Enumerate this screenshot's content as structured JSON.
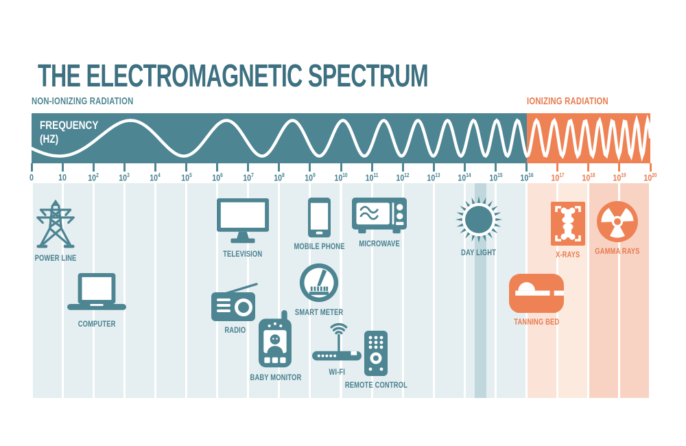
{
  "title": "THE ELECTROMAGNETIC SPECTRUM",
  "colors": {
    "teal": "#4d8593",
    "teal_dark": "#3d7080",
    "teal_text": "#47808f",
    "orange": "#ef8254",
    "orange_text": "#e87a4d",
    "column_blue": "#e5eef0",
    "column_pink_light": "#fbe3d8",
    "column_pink_lighter": "#fceade",
    "column_pink_dark": "#f8d3c4",
    "visible_light_stripe": "#c0d8dd",
    "wave": "#ffffff"
  },
  "spectrum": {
    "non_ionizing_label": "NON-IONIZING RADIATION",
    "ionizing_label": "IONIZING RADIATION",
    "band_label_line1": "FREQUENCY",
    "band_label_line2": "(HZ)",
    "ionizing_start_tick": "10^16",
    "columns": [
      "blue",
      "blue",
      "blue",
      "blue",
      "blue",
      "blue",
      "blue",
      "blue",
      "blue",
      "blue",
      "blue",
      "blue",
      "blue",
      "blue",
      "blue",
      "blue",
      "pink_light",
      "pink_lighter",
      "pink_dark",
      "pink_dark"
    ]
  },
  "axis": {
    "unit": "Hz",
    "ticks": [
      {
        "t": "0"
      },
      {
        "t": "10"
      },
      {
        "t": "10",
        "e": "2"
      },
      {
        "t": "10",
        "e": "3"
      },
      {
        "t": "10",
        "e": "4"
      },
      {
        "t": "10",
        "e": "5"
      },
      {
        "t": "10",
        "e": "6"
      },
      {
        "t": "10",
        "e": "7"
      },
      {
        "t": "10",
        "e": "8"
      },
      {
        "t": "10",
        "e": "9"
      },
      {
        "t": "10",
        "e": "10"
      },
      {
        "t": "10",
        "e": "11"
      },
      {
        "t": "10",
        "e": "12"
      },
      {
        "t": "10",
        "e": "13"
      },
      {
        "t": "10",
        "e": "14"
      },
      {
        "t": "10",
        "e": "15"
      },
      {
        "t": "10",
        "e": "16"
      },
      {
        "t": "10",
        "e": "17",
        "ion": true
      },
      {
        "t": "10",
        "e": "18",
        "ion": true
      },
      {
        "t": "10",
        "e": "19",
        "ion": true
      },
      {
        "t": "10",
        "e": "20",
        "ion": true
      }
    ]
  },
  "devices": [
    {
      "id": "power-line",
      "label": "POWER LINE"
    },
    {
      "id": "computer",
      "label": "COMPUTER"
    },
    {
      "id": "television",
      "label": "TELEVISION"
    },
    {
      "id": "radio",
      "label": "RADIO"
    },
    {
      "id": "baby-monitor",
      "label": "BABY MONITOR"
    },
    {
      "id": "mobile-phone",
      "label": "MOBILE PHONE"
    },
    {
      "id": "smart-meter",
      "label": "SMART METER"
    },
    {
      "id": "wifi",
      "label": "WI-FI"
    },
    {
      "id": "remote-control",
      "label": "REMOTE CONTROL"
    },
    {
      "id": "microwave",
      "label": "MICROWAVE"
    },
    {
      "id": "day-light",
      "label": "DAY LIGHT"
    },
    {
      "id": "tanning-bed",
      "label": "TANNING BED"
    },
    {
      "id": "x-rays",
      "label": "X-RAYS"
    },
    {
      "id": "gamma-rays",
      "label": "GAMMA RAYS"
    }
  ]
}
